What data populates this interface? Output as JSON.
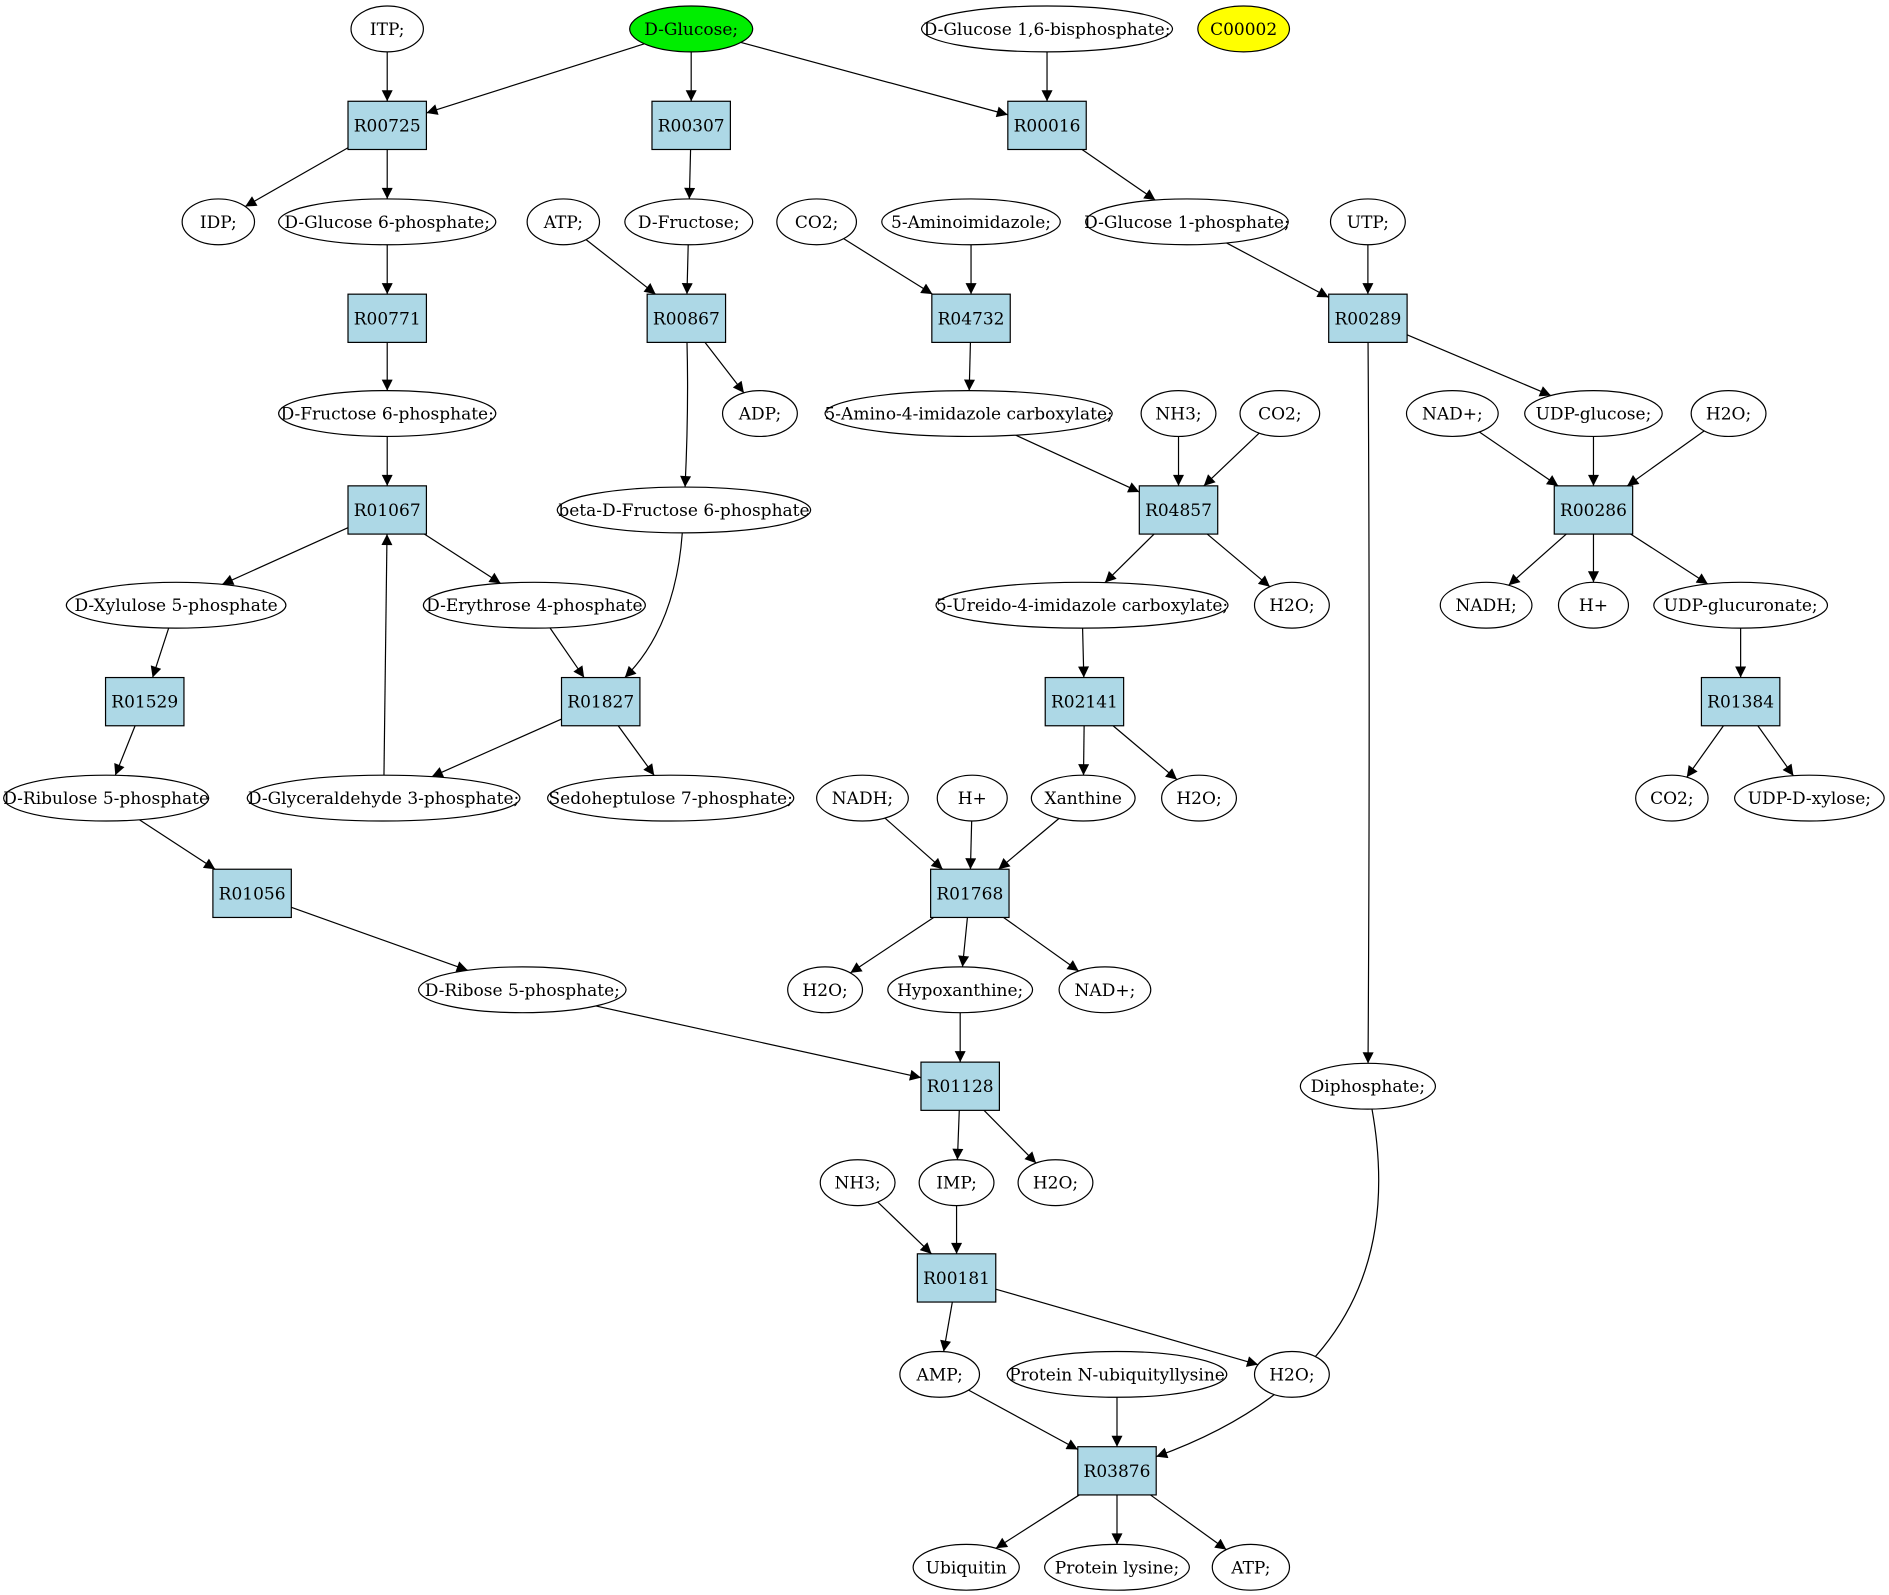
{
  "colors": {
    "reaction_fill": "#add8e6",
    "metabolite_fill": "#ffffff",
    "highlight_green": "#00ee00",
    "highlight_yellow": "#ffff00",
    "stroke": "#000000"
  },
  "metabolites": {
    "itp": "ITP;",
    "glc": "D-Glucose;",
    "g16bp": "D-Glucose 1,6-bisphosphate;",
    "c00002": "C00002",
    "idp": "IDP;",
    "g6p": "D-Glucose 6-phosphate;",
    "atp1": "ATP;",
    "fru": "D-Fructose;",
    "co2a": "CO2;",
    "aimz": "5-Aminoimidazole;",
    "g1p": "D-Glucose 1-phosphate;",
    "utp": "UTP;",
    "f6p": "D-Fructose 6-phosphate;",
    "adp": "ADP;",
    "aic": "5-Amino-4-imidazole carboxylate;",
    "nh3a": "NH3;",
    "co2b": "CO2;",
    "nadp1": "NAD+;",
    "udpg": "UDP-glucose;",
    "h2oa": "H2O;",
    "bf6p": "beta-D-Fructose 6-phosphate",
    "x5p": "D-Xylulose 5-phosphate",
    "e4p": "D-Erythrose 4-phosphate",
    "uic": "5-Ureido-4-imidazole carboxylate;",
    "h2ob": "H2O;",
    "nadh1": "NADH;",
    "hp1": "H+",
    "udpgu": "UDP-glucuronate;",
    "ru5p": "D-Ribulose 5-phosphate",
    "ga3p": "D-Glyceraldehyde 3-phosphate;",
    "s7p": "Sedoheptulose 7-phosphate;",
    "nadh2": "NADH;",
    "hp2": "H+",
    "xan": "Xanthine",
    "h2oc": "H2O;",
    "co2c": "CO2;",
    "udpx": "UDP-D-xylose;",
    "r5p": "D-Ribose 5-phosphate;",
    "h2od": "H2O;",
    "hyp": "Hypoxanthine;",
    "nadp2": "NAD+;",
    "dip": "Diphosphate;",
    "nh3b": "NH3;",
    "imp": "IMP;",
    "h2oe": "H2O;",
    "amp": "AMP;",
    "pnub": "Protein N-ubiquityllysine",
    "h2of": "H2O;",
    "ubq": "Ubiquitin",
    "plys": "Protein lysine;",
    "atp2": "ATP;"
  },
  "reactions": {
    "R00725": "R00725",
    "R00307": "R00307",
    "R00016": "R00016",
    "R00771": "R00771",
    "R00867": "R00867",
    "R04732": "R04732",
    "R00289": "R00289",
    "R01067": "R01067",
    "R04857": "R04857",
    "R00286": "R00286",
    "R01529": "R01529",
    "R01827": "R01827",
    "R02141": "R02141",
    "R01384": "R01384",
    "R01056": "R01056",
    "R01768": "R01768",
    "R01128": "R01128",
    "R00181": "R00181",
    "R03876": "R03876"
  },
  "edges": [
    [
      "itp",
      "R00725"
    ],
    [
      "glc",
      "R00725"
    ],
    [
      "glc",
      "R00307"
    ],
    [
      "glc",
      "R00016"
    ],
    [
      "g16bp",
      "R00016"
    ],
    [
      "R00725",
      "idp"
    ],
    [
      "R00725",
      "g6p"
    ],
    [
      "R00307",
      "fru"
    ],
    [
      "R00016",
      "g1p"
    ],
    [
      "g6p",
      "R00771"
    ],
    [
      "atp1",
      "R00867"
    ],
    [
      "fru",
      "R00867"
    ],
    [
      "co2a",
      "R04732"
    ],
    [
      "aimz",
      "R04732"
    ],
    [
      "g1p",
      "R00289"
    ],
    [
      "utp",
      "R00289"
    ],
    [
      "R00771",
      "f6p"
    ],
    [
      "R00867",
      "adp"
    ],
    [
      "R00867",
      "bf6p"
    ],
    [
      "R04732",
      "aic"
    ],
    [
      "R00289",
      "udpg"
    ],
    [
      "R00289",
      "dip"
    ],
    [
      "f6p",
      "R01067"
    ],
    [
      "ga3p",
      "R01067"
    ],
    [
      "aic",
      "R04857"
    ],
    [
      "nh3a",
      "R04857"
    ],
    [
      "co2b",
      "R04857"
    ],
    [
      "nadp1",
      "R00286"
    ],
    [
      "udpg",
      "R00286"
    ],
    [
      "h2oa",
      "R00286"
    ],
    [
      "R01067",
      "x5p"
    ],
    [
      "R01067",
      "e4p"
    ],
    [
      "R04857",
      "uic"
    ],
    [
      "R04857",
      "h2ob"
    ],
    [
      "R00286",
      "nadh1"
    ],
    [
      "R00286",
      "hp1"
    ],
    [
      "R00286",
      "udpgu"
    ],
    [
      "x5p",
      "R01529"
    ],
    [
      "e4p",
      "R01827"
    ],
    [
      "bf6p",
      "R01827"
    ],
    [
      "uic",
      "R02141"
    ],
    [
      "udpgu",
      "R01384"
    ],
    [
      "R01529",
      "ru5p"
    ],
    [
      "R01827",
      "ga3p"
    ],
    [
      "R01827",
      "s7p"
    ],
    [
      "R02141",
      "xan"
    ],
    [
      "R02141",
      "h2oc"
    ],
    [
      "R01384",
      "co2c"
    ],
    [
      "R01384",
      "udpx"
    ],
    [
      "ru5p",
      "R01056"
    ],
    [
      "nadh2",
      "R01768"
    ],
    [
      "hp2",
      "R01768"
    ],
    [
      "xan",
      "R01768"
    ],
    [
      "R01056",
      "r5p"
    ],
    [
      "R01768",
      "h2od"
    ],
    [
      "R01768",
      "hyp"
    ],
    [
      "R01768",
      "nadp2"
    ],
    [
      "r5p",
      "R01128"
    ],
    [
      "hyp",
      "R01128"
    ],
    [
      "R01128",
      "imp"
    ],
    [
      "R01128",
      "h2oe"
    ],
    [
      "nh3b",
      "R00181"
    ],
    [
      "imp",
      "R00181"
    ],
    [
      "R00181",
      "amp"
    ],
    [
      "R00181",
      "h2of"
    ],
    [
      "amp",
      "R03876"
    ],
    [
      "pnub",
      "R03876"
    ],
    [
      "dip",
      "R03876"
    ],
    [
      "R03876",
      "ubq"
    ],
    [
      "R03876",
      "plys"
    ],
    [
      "R03876",
      "atp2"
    ]
  ]
}
